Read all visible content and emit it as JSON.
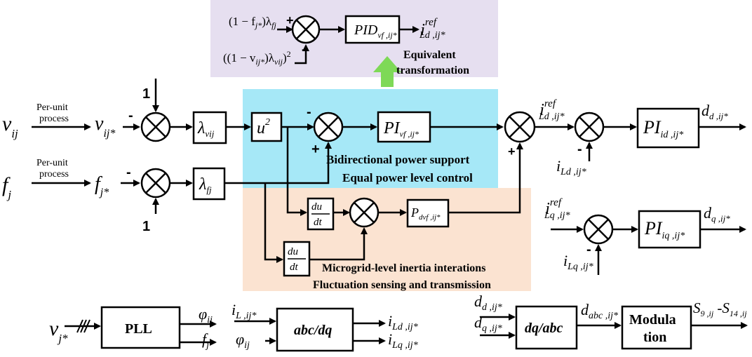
{
  "colors": {
    "pid_region": "#e6dff0",
    "cyan_region": "#a6e8f7",
    "peach_region": "#fbe3d1",
    "arrow_green": "#7ed957"
  },
  "signals": {
    "v_main": "v",
    "v_main_sub": "ij",
    "per_unit_1a": "Per-unit",
    "per_unit_1b": "process",
    "vs": "v",
    "vs_sub": "ij*",
    "f_main": "f",
    "f_main_sub": "j",
    "per_unit_2a": "Per-unit",
    "per_unit_2b": "process",
    "fs": "f",
    "fs_sub": "j*",
    "one_top": "1",
    "one_bottom": "1",
    "minus_1": "-",
    "minus_2": "-",
    "minus_3": "-",
    "minus_4": "-",
    "minus_5": "-",
    "plus_1": "+",
    "plus_2": "+",
    "iLd_ref": "i",
    "iLd_ref_sup": "ref",
    "iLd_ref_sub": "Ld ,ij*",
    "iLd_fb": "i",
    "iLd_fb_sub": "Ld ,ij*",
    "dd_out": "d",
    "dd_out_sub": "d ,ij*",
    "iLq_ref": "i",
    "iLq_ref_sup": "ref",
    "iLq_ref_sub": "Lq ,ij*",
    "iLq_fb": "i",
    "iLq_fb_sub": "Lq ,ij*",
    "dq_out": "d",
    "dq_out_sub": "q ,ij*"
  },
  "blocks": {
    "lambda_v": "λ",
    "lambda_v_sub": "vij",
    "lambda_f": "λ",
    "lambda_f_sub": "fj",
    "u2": "u",
    "u2_sup": "2",
    "pi_vf": "PI",
    "pi_vf_sub": "vf ,ij*",
    "pi_id": "PI",
    "pi_id_sub": "id ,ij*",
    "pi_iq": "PI",
    "pi_iq_sub": "iq ,ij*",
    "du_num": "du",
    "du_den": "dt",
    "p_dvf": "P",
    "p_dvf_sub": "dvf ,ij*",
    "pll": "PLL",
    "abc_dq": "abc/dq",
    "dq_abc": "dq/abc",
    "mod_1": "Modula",
    "mod_2": "tion"
  },
  "pid_box": {
    "in1": "(1 − f",
    "in1_sub": "j*",
    "in1_tail": ")λ",
    "in1_tail_sub": "fj",
    "in2": "((1 − v",
    "in2_sub": "ij*",
    "in2_tail": ")λ",
    "in2_tail_sub": "vij",
    "in2_end": ")",
    "in2_sup": "2",
    "plus": "+",
    "minus": "-",
    "block": "PID",
    "block_sub": "vf ,ij*",
    "out": "i",
    "out_sup": "ref",
    "out_sub": "Ld ,ij*",
    "caption_1": "Equivalent",
    "caption_2": "transformation"
  },
  "captions": {
    "cyan_1": "Bidirectional power support",
    "cyan_2": "Equal power level control",
    "peach_1": "Microgrid-level inertia interations",
    "peach_2": "Fluctuation sensing and transmission"
  },
  "bottom": {
    "vj": "v",
    "vj_sub": "j*",
    "phi_out": "φ",
    "phi_out_sub": "ij",
    "f_out": "f",
    "f_out_sub": "j",
    "iL_in": "i",
    "iL_in_sub": "L ,ij*",
    "phi_in": "φ",
    "phi_in_sub": "ij",
    "iLd_out": "i",
    "iLd_out_sub": "Ld ,ij*",
    "iLq_out": "i",
    "iLq_out_sub": "Lq ,ij*",
    "dd_in": "d",
    "dd_in_sub": "d ,ij*",
    "dq_in": "d",
    "dq_in_sub": "q ,ij*",
    "dabc": "d",
    "dabc_sub": "abc ,ij*",
    "s_out": "S",
    "s_out_sub": "9 ,ij",
    "s_dash": " -S",
    "s_out_sub2": "14 ,ij"
  }
}
